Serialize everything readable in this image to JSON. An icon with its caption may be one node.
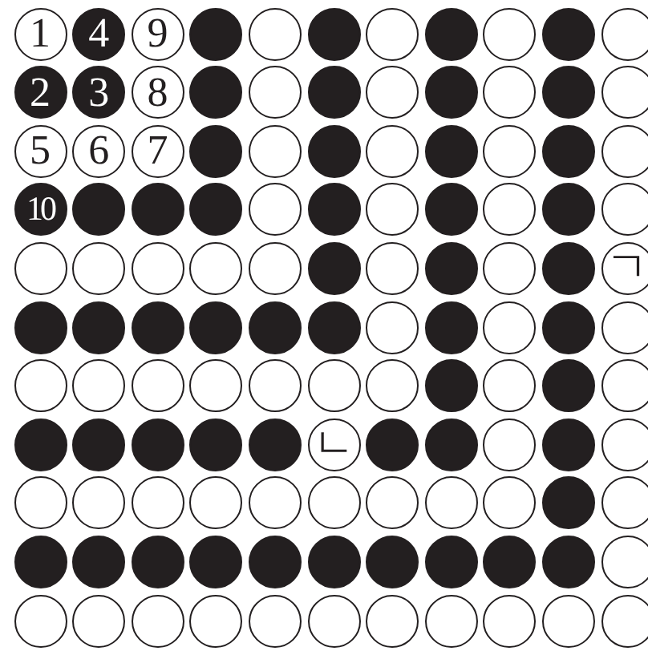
{
  "diagram": {
    "nodes": [
      {
        "text": [
          "1"
        ]
      },
      {
        "text": [
          "4"
        ]
      },
      {
        "text": [
          "9"
        ]
      },
      {
        "text": [],
        "shape": "disc"
      },
      {
        "text": [],
        "shape": "circle"
      },
      {
        "text": [],
        "shape": "disc"
      },
      {
        "text": [],
        "shape": "circle"
      },
      {
        "text": [],
        "shape": "disc"
      },
      {
        "text": [],
        "shape": "circle"
      },
      {
        "text": [],
        "shape": "disc"
      },
      {
        "text": [],
        "shape": "circle"
      },
      {
        "text": [
          "2"
        ]
      },
      {
        "text": [
          "3"
        ]
      },
      {
        "text": [
          "8"
        ]
      },
      {
        "text": [],
        "shape": "disc"
      },
      {
        "text": [],
        "shape": "circle"
      },
      {
        "text": [],
        "shape": "disc"
      },
      {
        "text": [],
        "shape": "circle"
      },
      {
        "text": [],
        "shape": "disc"
      },
      {
        "text": [],
        "shape": "circle"
      },
      {
        "text": [],
        "shape": "disc"
      },
      {
        "text": [],
        "shape": "circle"
      },
      {
        "text": [
          "5"
        ]
      },
      {
        "text": [
          "6"
        ]
      },
      {
        "text": [
          "7"
        ]
      },
      {
        "text": [],
        "shape": "disc"
      },
      {
        "text": [],
        "shape": "circle"
      },
      {
        "text": [],
        "shape": "disc"
      },
      {
        "text": [],
        "shape": "circle"
      },
      {
        "text": [],
        "shape": "disc"
      },
      {
        "text": [],
        "shape": "circle"
      },
      {
        "text": [],
        "shape": "disc"
      },
      {
        "text": [],
        "shape": "circle"
      },
      {
        "text": [
          "10"
        ]
      },
      {
        "text": [],
        "shape": "disc"
      },
      {
        "text": [],
        "shape": "disc"
      },
      {
        "text": [],
        "shape": "disc"
      },
      {
        "text": [],
        "shape": "circle"
      },
      {
        "text": [],
        "shape": "disc"
      },
      {
        "text": [],
        "shape": "circle"
      },
      {
        "text": [],
        "shape": "disc"
      },
      {
        "text": [],
        "shape": "circle"
      },
      {
        "text": [],
        "shape": "disc"
      },
      {
        "text": [],
        "shape": "circle"
      },
      {
        "text": [],
        "shape": "circle"
      },
      {
        "text": [],
        "shape": "circle"
      },
      {
        "text": [],
        "shape": "circle"
      },
      {
        "text": [],
        "shape": "circle"
      },
      {
        "text": [],
        "shape": "circle"
      },
      {
        "text": [],
        "shape": "disc"
      },
      {
        "text": [],
        "shape": "circle"
      },
      {
        "text": [],
        "shape": "disc"
      },
      {
        "text": [],
        "shape": "circle"
      },
      {
        "text": [],
        "shape": "disc"
      },
      {
        "text": [
          "ㄱ"
        ]
      },
      {
        "text": [],
        "shape": "disc"
      },
      {
        "text": [],
        "shape": "disc"
      },
      {
        "text": [],
        "shape": "disc"
      },
      {
        "text": [],
        "shape": "disc"
      },
      {
        "text": [],
        "shape": "disc"
      },
      {
        "text": [],
        "shape": "disc"
      },
      {
        "text": [],
        "shape": "circle"
      },
      {
        "text": [],
        "shape": "disc"
      },
      {
        "text": [],
        "shape": "circle"
      },
      {
        "text": [],
        "shape": "disc"
      },
      {
        "text": [],
        "shape": "circle"
      },
      {
        "text": [],
        "shape": "circle"
      },
      {
        "text": [],
        "shape": "circle"
      },
      {
        "text": [],
        "shape": "circle"
      },
      {
        "text": [],
        "shape": "circle"
      },
      {
        "text": [],
        "shape": "circle"
      },
      {
        "text": [],
        "shape": "circle"
      },
      {
        "text": [],
        "shape": "circle"
      },
      {
        "text": [],
        "shape": "disc"
      },
      {
        "text": [],
        "shape": "circle"
      },
      {
        "text": [],
        "shape": "disc"
      },
      {
        "text": [],
        "shape": "circle"
      },
      {
        "text": [],
        "shape": "disc"
      },
      {
        "text": [],
        "shape": "disc"
      },
      {
        "text": [],
        "shape": "disc"
      },
      {
        "text": [],
        "shape": "disc"
      },
      {
        "text": [],
        "shape": "disc"
      },
      {
        "text": [
          "ㄴ"
        ]
      },
      {
        "text": [],
        "shape": "disc"
      },
      {
        "text": [],
        "shape": "disc"
      },
      {
        "text": [],
        "shape": "circle"
      },
      {
        "text": [],
        "shape": "disc"
      },
      {
        "text": [],
        "shape": "circle"
      },
      {
        "text": [],
        "shape": "circle"
      },
      {
        "text": [],
        "shape": "circle"
      },
      {
        "text": [],
        "shape": "circle"
      },
      {
        "text": [],
        "shape": "circle"
      },
      {
        "text": [],
        "shape": "circle"
      },
      {
        "text": [],
        "shape": "circle"
      },
      {
        "text": [],
        "shape": "circle"
      },
      {
        "text": [],
        "shape": "circle"
      },
      {
        "text": [],
        "shape": "circle"
      },
      {
        "text": [],
        "shape": "disc"
      },
      {
        "text": [],
        "shape": "circle"
      },
      {
        "text": [],
        "shape": "disc"
      },
      {
        "text": [],
        "shape": "disc"
      },
      {
        "text": [],
        "shape": "disc"
      },
      {
        "text": [],
        "shape": "disc"
      },
      {
        "text": [],
        "shape": "disc"
      },
      {
        "text": [],
        "shape": "disc"
      },
      {
        "text": [],
        "shape": "disc"
      },
      {
        "text": [],
        "shape": "disc"
      },
      {
        "text": [],
        "shape": "disc"
      },
      {
        "text": [],
        "shape": "disc"
      },
      {
        "text": [],
        "shape": "circle"
      },
      {
        "text": [],
        "shape": "circle"
      },
      {
        "text": [],
        "shape": "circle"
      },
      {
        "text": [],
        "shape": "circle"
      },
      {
        "text": [],
        "shape": "circle"
      },
      {
        "text": [],
        "shape": "circle"
      },
      {
        "text": [],
        "shape": "circle"
      },
      {
        "text": [],
        "shape": "circle"
      },
      {
        "text": [],
        "shape": "circle"
      },
      {
        "text": [],
        "shape": "circle"
      },
      {
        "text": [],
        "shape": "circle"
      },
      {
        "text": [],
        "shape": "circle"
      }
    ]
  }
}
